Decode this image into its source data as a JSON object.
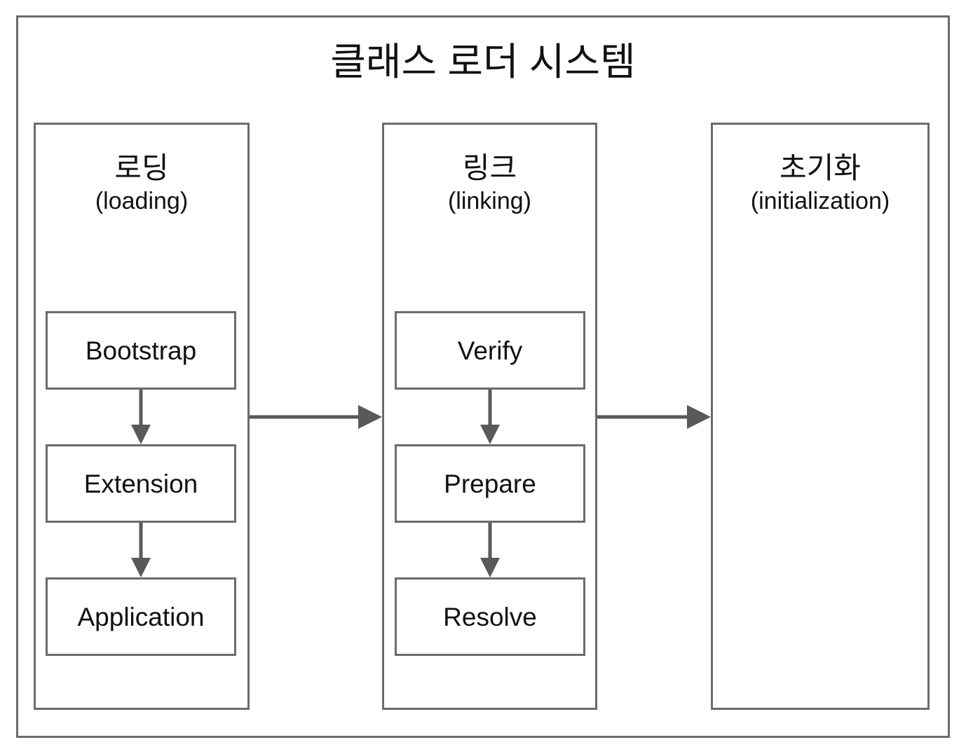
{
  "diagram": {
    "title": "클래스 로더 시스템",
    "phases": [
      {
        "id": "loading",
        "title_ko": "로딩",
        "title_en": "(loading)",
        "steps": [
          {
            "label": "Bootstrap"
          },
          {
            "label": "Extension"
          },
          {
            "label": "Application"
          }
        ]
      },
      {
        "id": "linking",
        "title_ko": "링크",
        "title_en": "(linking)",
        "steps": [
          {
            "label": "Verify"
          },
          {
            "label": "Prepare"
          },
          {
            "label": "Resolve"
          }
        ]
      },
      {
        "id": "initialization",
        "title_ko": "초기화",
        "title_en": "(initialization)",
        "steps": []
      }
    ],
    "connectors": [
      {
        "name": "bootstrap-to-extension",
        "direction": "down"
      },
      {
        "name": "extension-to-application",
        "direction": "down"
      },
      {
        "name": "verify-to-prepare",
        "direction": "down"
      },
      {
        "name": "prepare-to-resolve",
        "direction": "down"
      },
      {
        "name": "loading-to-linking",
        "direction": "right"
      },
      {
        "name": "linking-to-initialization",
        "direction": "right"
      }
    ],
    "colors": {
      "stroke": "#6b6b6b",
      "arrow": "#595959",
      "text": "#111111",
      "background": "#ffffff"
    }
  }
}
